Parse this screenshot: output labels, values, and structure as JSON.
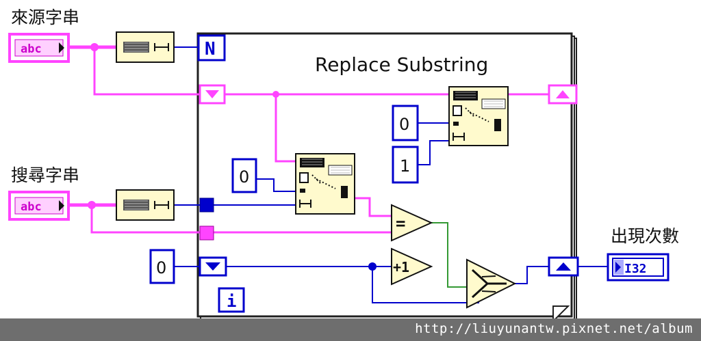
{
  "labels": {
    "source_string": "來源字串",
    "search_string": "搜尋字串",
    "occurrences": "出現次數"
  },
  "loop": {
    "title": "Replace Substring",
    "count_terminal": "N",
    "iteration_terminal": "i"
  },
  "controls": {
    "source_type": "abc",
    "search_type": "abc",
    "output_type": "I32"
  },
  "constants": {
    "search_offset": "0",
    "replace_offset": "0",
    "replace_length": "1",
    "count_init": "0"
  },
  "nodes": {
    "increment": "+1",
    "equal": "="
  },
  "watermark": "http://liuyunantw.pixnet.net/album",
  "colors": {
    "string_wire": "#ff44ff",
    "numeric_wire": "#0000cc",
    "boolean_wire": "#339933",
    "node_fill": "#fffacd",
    "loop_frame": "#202020"
  }
}
